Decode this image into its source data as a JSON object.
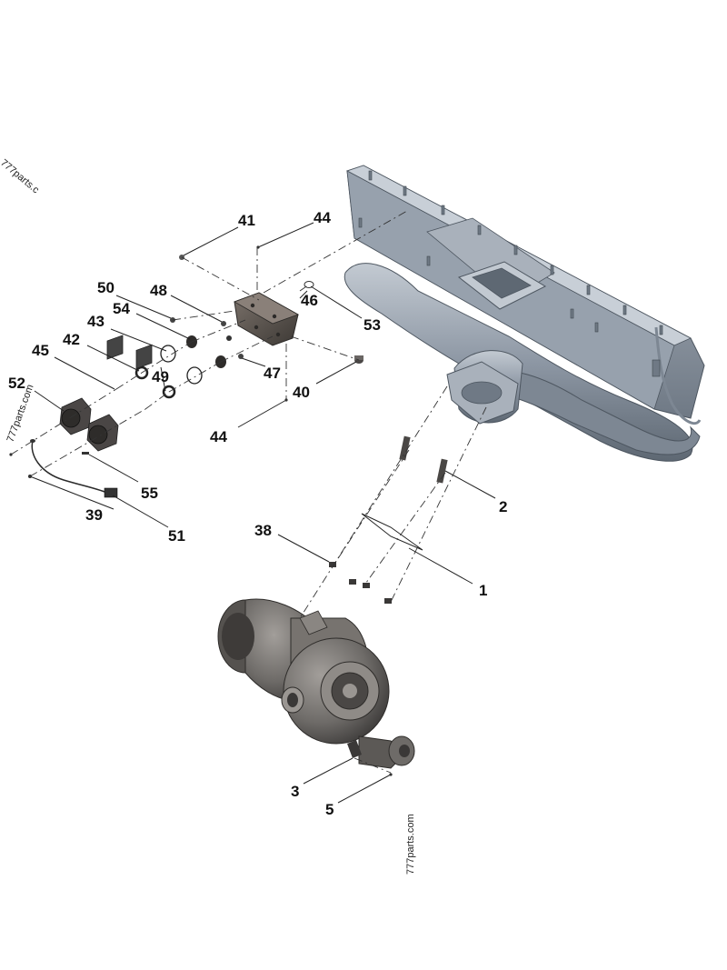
{
  "watermarks": {
    "top_left": "777parts.c",
    "left": "777parts.com",
    "bottom": "777parts.com"
  },
  "callouts": {
    "c41": "41",
    "c44_top": "44",
    "c50": "50",
    "c48": "48",
    "c46": "46",
    "c54": "54",
    "c53": "53",
    "c43": "43",
    "c45": "45",
    "c42": "42",
    "c49": "49",
    "c47": "47",
    "c40": "40",
    "c52": "52",
    "c44_bottom": "44",
    "c55": "55",
    "c2": "2",
    "c39": "39",
    "c51": "51",
    "c38": "38",
    "c1": "1",
    "c3": "3",
    "c5": "5"
  },
  "colors": {
    "manifold": "#8d97a4",
    "manifold_dark": "#5e6873",
    "manifold_light": "#b4bcc6",
    "turbo": "#6e6b68",
    "turbo_dark": "#403e3c",
    "turbo_light": "#9a9692",
    "part_dark": "#3a3837"
  }
}
